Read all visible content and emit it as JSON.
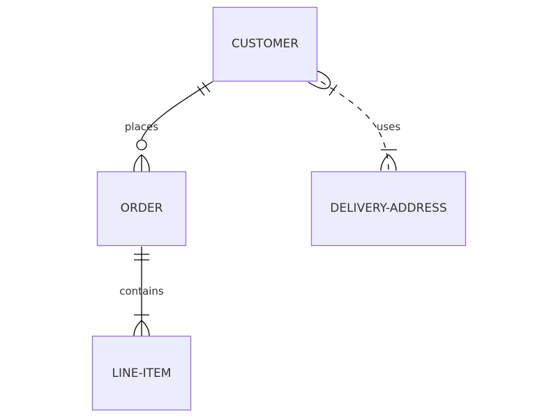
{
  "entities": {
    "customer": "CUSTOMER",
    "order": "ORDER",
    "delivery_address": "DELIVERY-ADDRESS",
    "line_item": "LINE-ITEM"
  },
  "relationships": {
    "places": {
      "label": "places",
      "from": "CUSTOMER",
      "to": "ORDER",
      "from_cardinality": "exactly-one",
      "to_cardinality": "zero-or-more",
      "line": "solid"
    },
    "uses": {
      "label": "uses",
      "from": "CUSTOMER",
      "to": "DELIVERY-ADDRESS",
      "from_cardinality": "one-or-more",
      "to_cardinality": "one-or-more",
      "line": "dashed"
    },
    "contains": {
      "label": "contains",
      "from": "ORDER",
      "to": "LINE-ITEM",
      "from_cardinality": "exactly-one",
      "to_cardinality": "one-or-more",
      "line": "solid"
    }
  },
  "colors": {
    "entity_fill": "#ececff",
    "entity_stroke": "#9370db",
    "text": "#333333",
    "line": "#000000"
  }
}
